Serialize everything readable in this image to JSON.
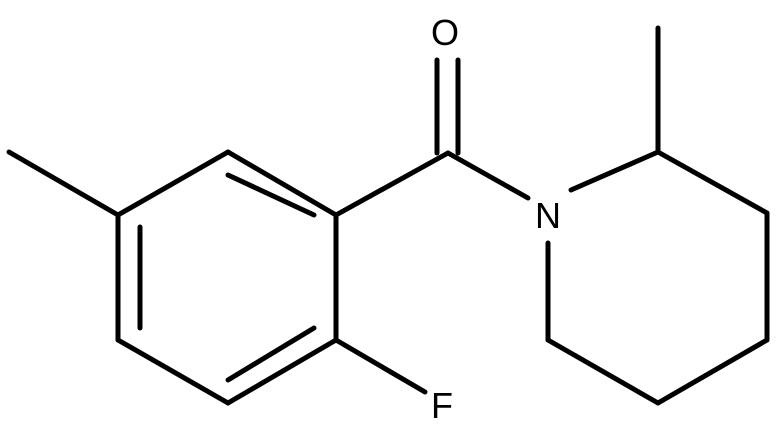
{
  "molecule": {
    "atoms": {
      "oxygen": "O",
      "nitrogen": "N",
      "fluorine": "F"
    },
    "colors": {
      "bond": "#000000",
      "label": "#000000",
      "background": "#ffffff"
    }
  }
}
